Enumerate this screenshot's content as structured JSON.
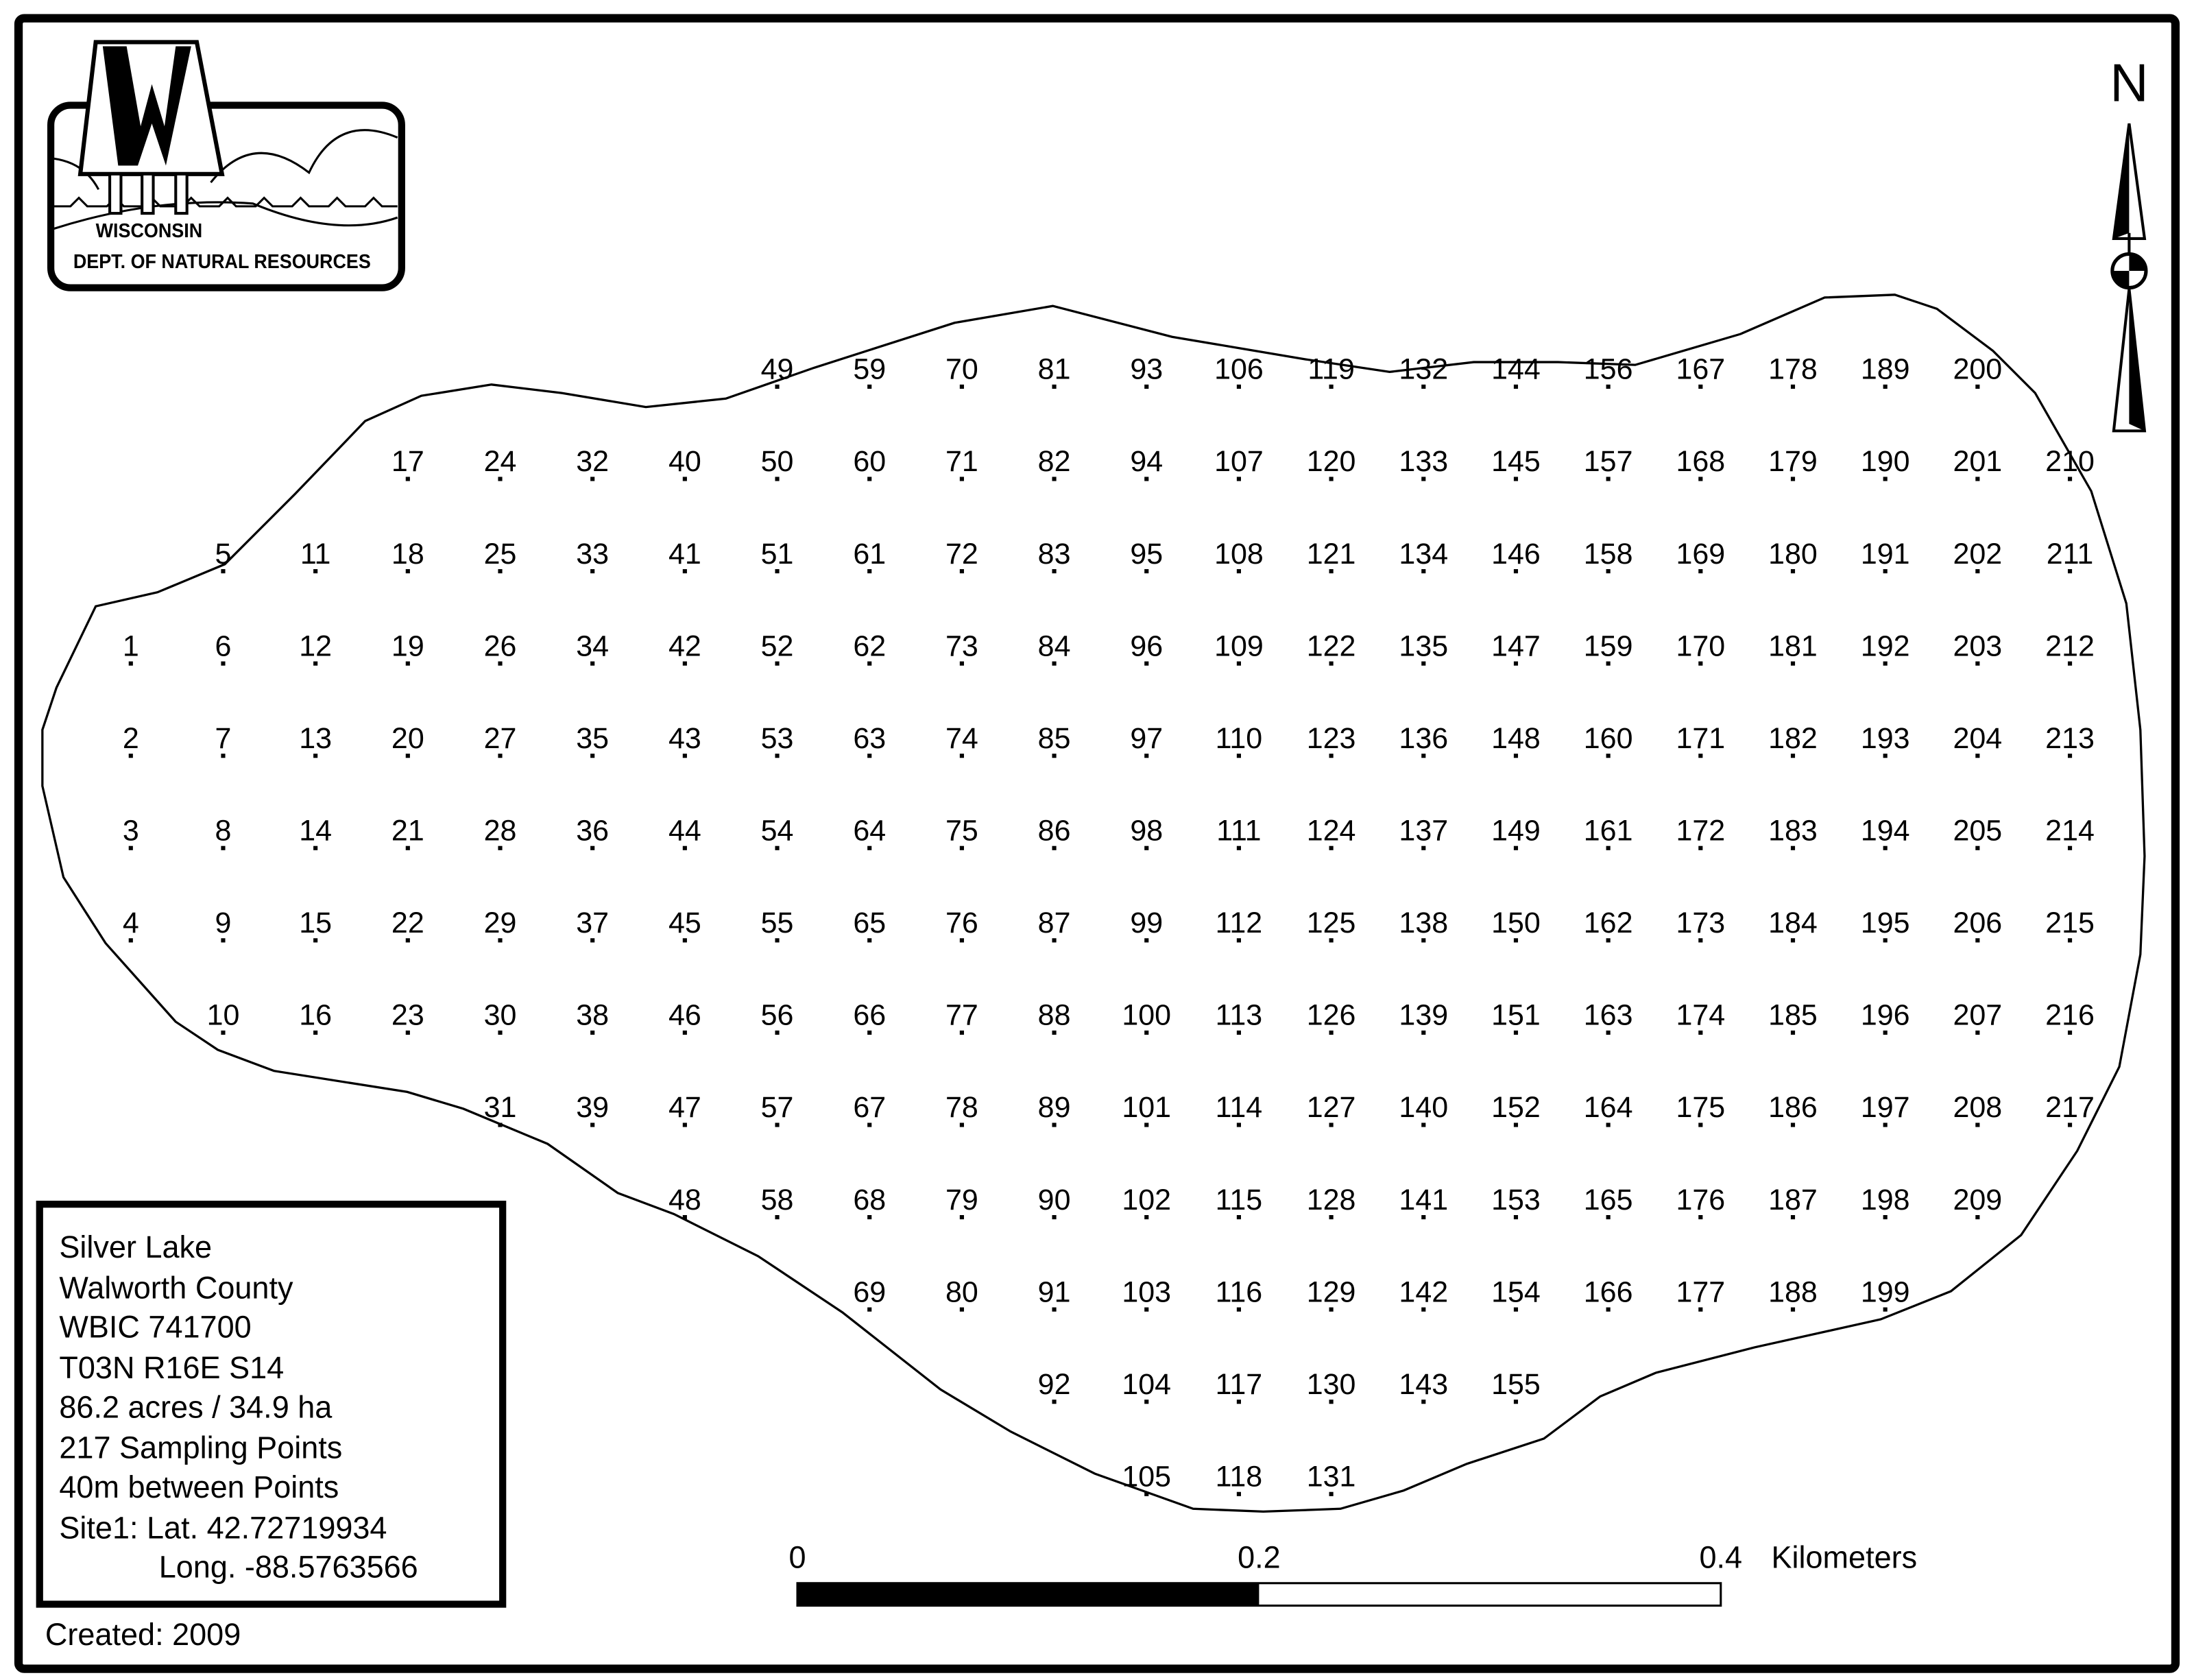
{
  "logo": {
    "line1": "WISCONSIN",
    "line2": "DEPT. OF NATURAL RESOURCES"
  },
  "north_arrow": {
    "label": "N"
  },
  "legend": {
    "lines": [
      "Silver Lake",
      "Walworth County",
      "WBIC 741700",
      "T03N R16E S14",
      "86.2 acres / 34.9 ha",
      "217 Sampling Points",
      "40m between Points",
      "Site1: Lat. 42.72719934"
    ],
    "longitude": "Long. -88.5763566",
    "created": "Created: 2009"
  },
  "scale_bar": {
    "labels": [
      "0",
      "0.2",
      "0.4"
    ],
    "units": "Kilometers"
  },
  "sampling_grid": {
    "columns": [
      [
        null,
        null,
        null,
        1,
        2,
        3,
        4
      ],
      [
        null,
        null,
        5,
        6,
        7,
        8,
        9,
        10
      ],
      [
        null,
        null,
        11,
        12,
        13,
        14,
        15,
        16
      ],
      [
        null,
        17,
        18,
        19,
        20,
        21,
        22,
        23
      ],
      [
        null,
        24,
        25,
        26,
        27,
        28,
        29,
        30,
        31
      ],
      [
        null,
        32,
        33,
        34,
        35,
        36,
        37,
        38,
        39
      ],
      [
        null,
        40,
        41,
        42,
        43,
        44,
        45,
        46,
        47,
        48
      ],
      [
        49,
        50,
        51,
        52,
        53,
        54,
        55,
        56,
        57,
        58
      ],
      [
        59,
        60,
        61,
        62,
        63,
        64,
        65,
        66,
        67,
        68,
        69
      ],
      [
        70,
        71,
        72,
        73,
        74,
        75,
        76,
        77,
        78,
        79,
        80
      ],
      [
        81,
        82,
        83,
        84,
        85,
        86,
        87,
        88,
        89,
        90,
        91,
        92
      ],
      [
        93,
        94,
        95,
        96,
        97,
        98,
        99,
        100,
        101,
        102,
        103,
        104,
        105
      ],
      [
        106,
        107,
        108,
        109,
        110,
        111,
        112,
        113,
        114,
        115,
        116,
        117,
        118
      ],
      [
        119,
        120,
        121,
        122,
        123,
        124,
        125,
        126,
        127,
        128,
        129,
        130,
        131
      ],
      [
        132,
        133,
        134,
        135,
        136,
        137,
        138,
        139,
        140,
        141,
        142,
        143
      ],
      [
        144,
        145,
        146,
        147,
        148,
        149,
        150,
        151,
        152,
        153,
        154,
        155
      ],
      [
        156,
        157,
        158,
        159,
        160,
        161,
        162,
        163,
        164,
        165,
        166
      ],
      [
        167,
        168,
        169,
        170,
        171,
        172,
        173,
        174,
        175,
        176,
        177
      ],
      [
        178,
        179,
        180,
        181,
        182,
        183,
        184,
        185,
        186,
        187,
        188
      ],
      [
        189,
        190,
        191,
        192,
        193,
        194,
        195,
        196,
        197,
        198,
        199
      ],
      [
        200,
        201,
        202,
        203,
        204,
        205,
        206,
        207,
        208,
        209
      ],
      [
        null,
        210,
        211,
        212,
        213,
        214,
        215,
        216,
        217
      ]
    ]
  }
}
